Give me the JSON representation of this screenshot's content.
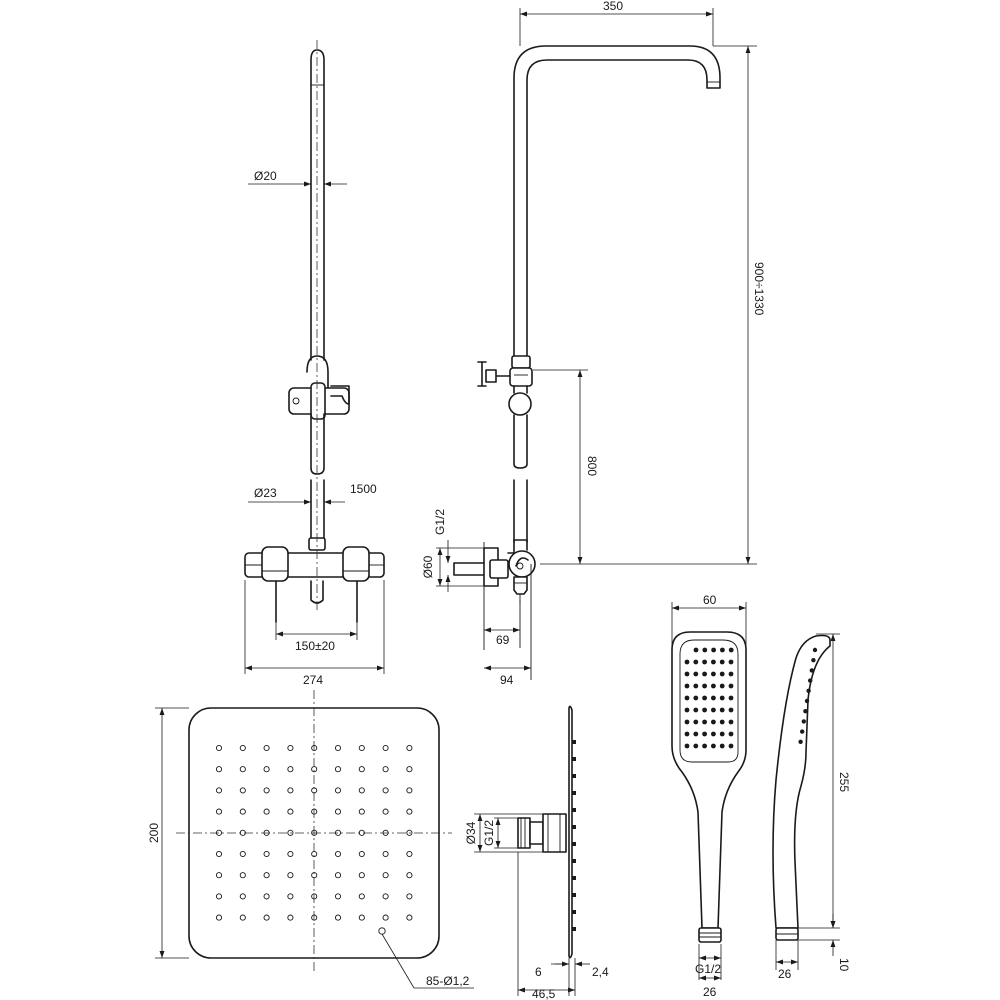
{
  "dimensions": {
    "arm_reach": "350",
    "rail_diameter": "Ø20",
    "total_height": "900÷1330",
    "mixer_height": "800",
    "lower_pipe_diameter": "Ø23",
    "rail_length": "1500",
    "inlet_thread": "G1/2",
    "inlet_flange": "Ø60",
    "connection_spacing": "150±20",
    "mixer_width": "274",
    "wall_to_axis": "69",
    "total_depth": "94",
    "hand_head_width": "60",
    "hand_length": "255",
    "hand_thread": "G1/2",
    "hand_end_front": "26",
    "hand_end_side": "26",
    "hand_end_length": "10",
    "head_size": "200",
    "head_nozzles": "85-Ø1,2",
    "head_connector_diameter": "Ø34",
    "head_connector_thread": "G1/2",
    "head_plate_offset": "6",
    "head_plate_thickness": "2,4",
    "head_total_depth": "46,5"
  }
}
